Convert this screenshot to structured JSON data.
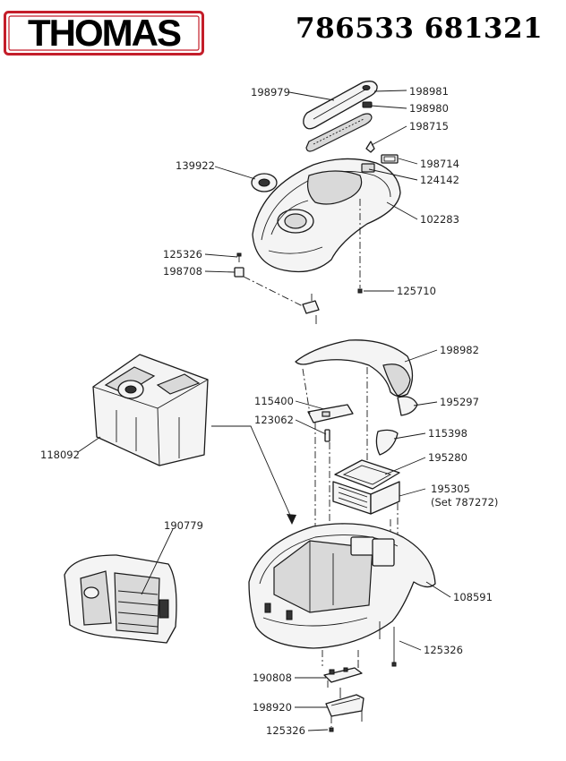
{
  "header": {
    "brand": "THOMAS",
    "codes": "786533 681321"
  },
  "colors": {
    "brand_red": "#c41e2a",
    "line": "#1a1a1a"
  },
  "labels": {
    "p198979": "198979",
    "p198981": "198981",
    "p198980": "198980",
    "p198715": "198715",
    "p198714": "198714",
    "p124142": "124142",
    "p139922": "139922",
    "p102283": "102283",
    "p125326a": "125326",
    "p198708": "198708",
    "p125710": "125710",
    "p198982": "198982",
    "p115400": "115400",
    "p195297": "195297",
    "p123062": "123062",
    "p115398": "115398",
    "p118092": "118092",
    "p195280": "195280",
    "p195305": "195305",
    "p195305_set": "(Set 787272)",
    "p190779": "190779",
    "p108591": "108591",
    "p125326b": "125326",
    "p190808": "190808",
    "p198920": "198920",
    "p125326c": "125326"
  }
}
